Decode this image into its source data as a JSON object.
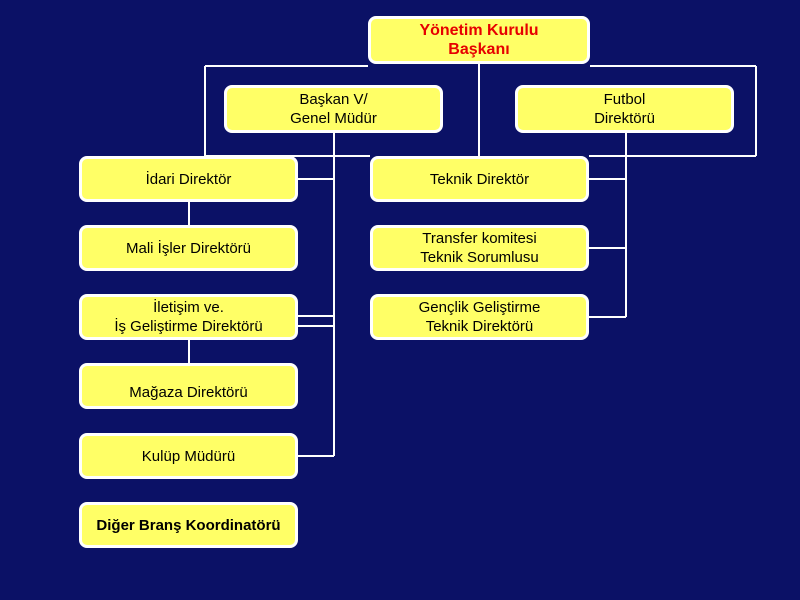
{
  "colors": {
    "background": "#0b1166",
    "box_fill": "#ffff66",
    "box_border": "#ffffff",
    "top_text": "#e60000",
    "connector": "#ffffff"
  },
  "org": {
    "president": "Yönetim Kurulu\nBaşkanı",
    "vice_president": "Başkan V/\nGenel Müdür",
    "football_director": "Futbol\nDirektörü",
    "left_column": [
      "İdari Direktör",
      "Mali İşler Direktörü",
      "İletişim ve.\nİş Geliştirme Direktörü",
      "Mağaza Direktörü",
      "Kulüp Müdürü",
      "Diğer Branş Koordinatörü"
    ],
    "right_column": [
      "Teknik Direktör",
      "Transfer komitesi\nTeknik Sorumlusu",
      "Gençlik Geliştirme\nTeknik Direktörü"
    ]
  }
}
